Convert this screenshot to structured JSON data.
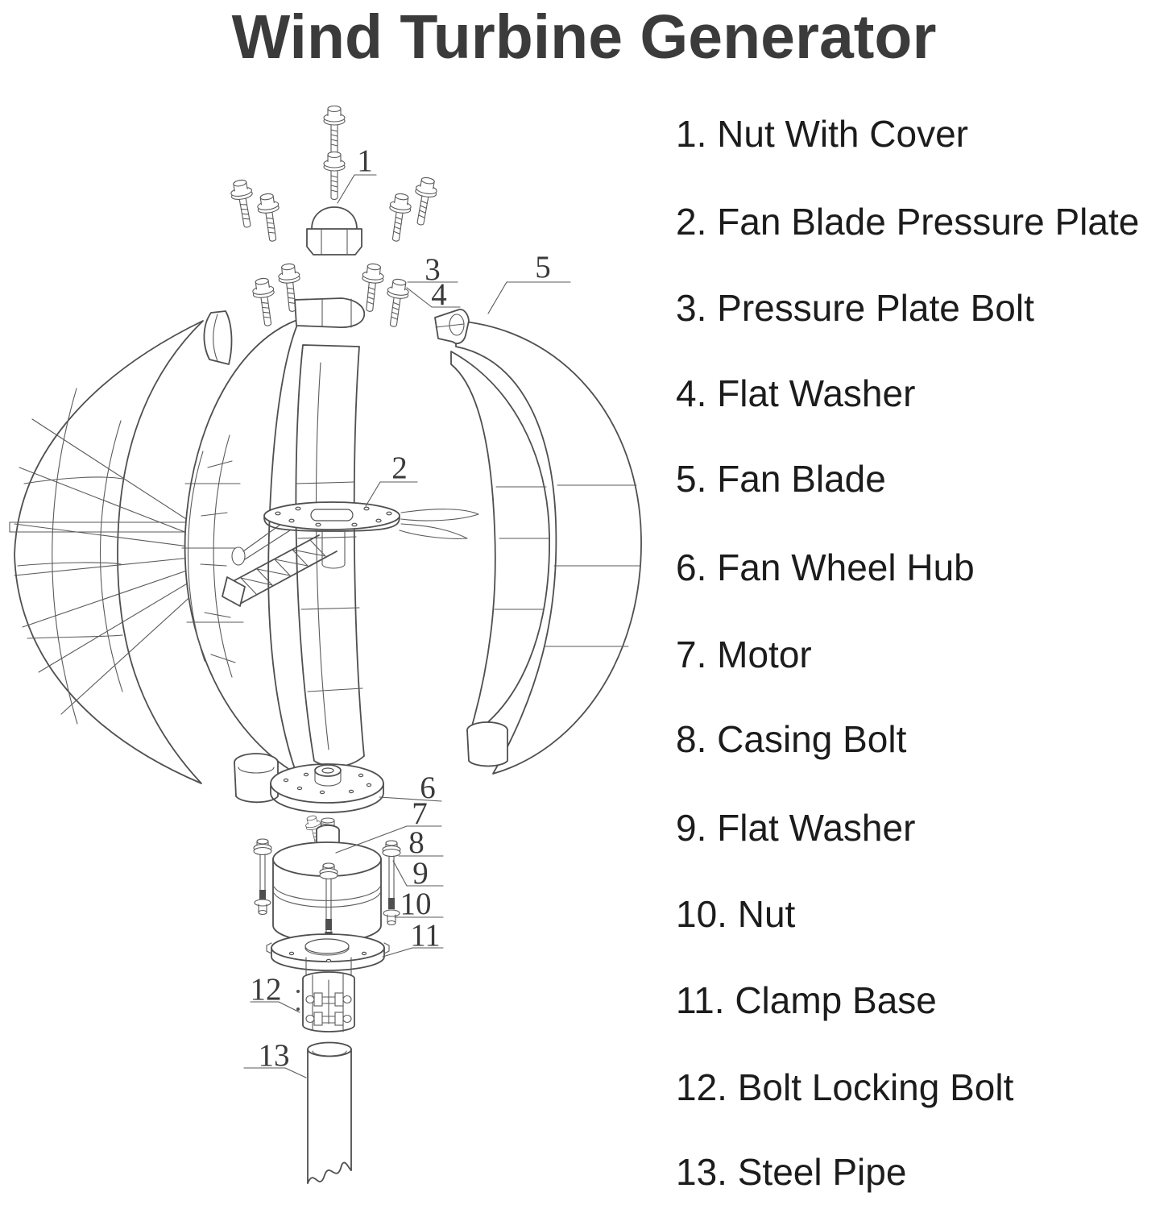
{
  "title": "Wind Turbine Generator",
  "parts_list": [
    {
      "label": "1. Nut With Cover"
    },
    {
      "label": "2. Fan Blade Pressure Plate"
    },
    {
      "label": "3. Pressure Plate Bolt"
    },
    {
      "label": "4. Flat Washer"
    },
    {
      "label": "5. Fan Blade"
    },
    {
      "label": "6. Fan Wheel Hub"
    },
    {
      "label": "7. Motor"
    },
    {
      "label": "8. Casing Bolt"
    },
    {
      "label": "9. Flat Washer"
    },
    {
      "label": "10. Nut"
    },
    {
      "label": "11. Clamp Base"
    },
    {
      "label": "12. Bolt Locking Bolt"
    },
    {
      "label": "13. Steel Pipe"
    }
  ],
  "diagram": {
    "callouts": [
      {
        "text": "1"
      },
      {
        "text": "2"
      },
      {
        "text": "3"
      },
      {
        "text": "4"
      },
      {
        "text": "5"
      },
      {
        "text": "6"
      },
      {
        "text": "7"
      },
      {
        "text": "8"
      },
      {
        "text": "9"
      },
      {
        "text": "10"
      },
      {
        "text": "11"
      },
      {
        "text": "12"
      },
      {
        "text": "13"
      }
    ]
  },
  "colors": {
    "background": "#ffffff",
    "title_text": "#3b3b3b",
    "list_text": "#1c1c1c",
    "line": "#4f4f4f"
  }
}
